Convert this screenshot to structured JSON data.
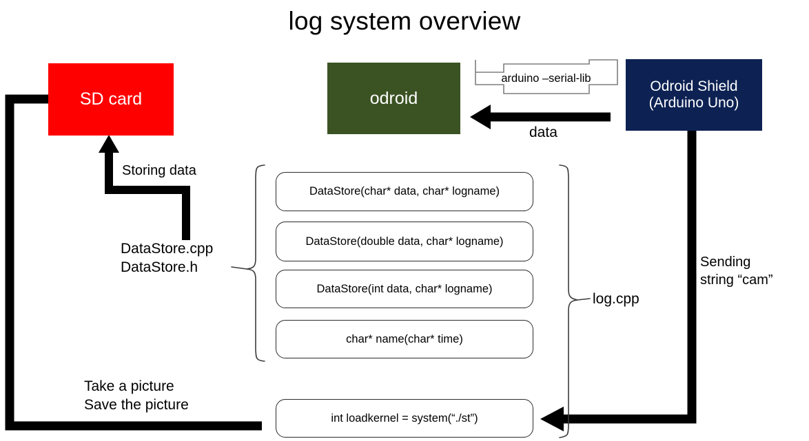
{
  "title": "log system overview",
  "nodes": {
    "sdcard": {
      "label": "SD card",
      "color": "#FF0000",
      "text_color": "#FFFFFF"
    },
    "odroid": {
      "label": "odroid",
      "color": "#3B5323",
      "text_color": "#FFFFFF"
    },
    "shield": {
      "line1": "Odroid Shield",
      "line2": "(Arduino Uno)",
      "color": "#0D2253",
      "text_color": "#FFFFFF"
    }
  },
  "functions": [
    {
      "label": "DataStore(char* data, char* logname)"
    },
    {
      "label": "DataStore(double data, char* logname)"
    },
    {
      "label": "DataStore(int data, char* logname)"
    },
    {
      "label": "char* name(char* time)"
    },
    {
      "label": "int loadkernel = system(“./st”)"
    }
  ],
  "labels": {
    "storing_data": "Storing  data",
    "datastore_files_line1": "DataStore.cpp",
    "datastore_files_line2": "DataStore.h",
    "take_picture_line1": "Take a picture",
    "take_picture_line2": "Save the picture",
    "log_cpp": "log.cpp",
    "sending_line1": "Sending",
    "sending_line2": "string “cam”",
    "data": "data",
    "serial_lib": "arduino –serial-lib"
  },
  "colors": {
    "connector": "#000000",
    "brace": "#3b3b3b",
    "box_border": "#2b2b2b",
    "background": "#FFFFFF"
  }
}
